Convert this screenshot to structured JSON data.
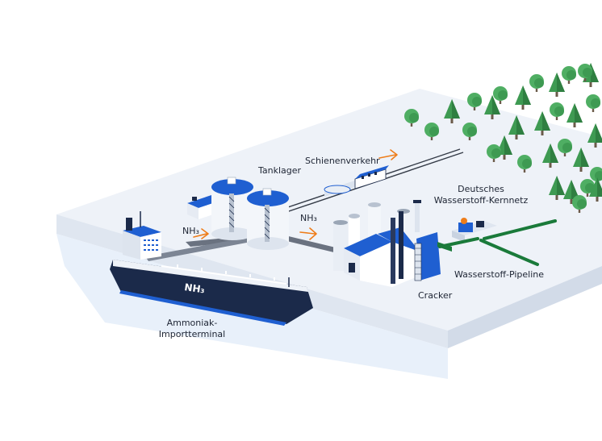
{
  "labels": {
    "tanklager": "Tanklager",
    "schienenverkehr": "Schienenverkehr",
    "nh3_left": "NH₃",
    "nh3_right": "NH₃",
    "nh3_ship": "NH₃",
    "kernnetz_line1": "Deutsches",
    "kernnetz_line2": "Wasserstoff-Kernnetz",
    "pipeline": "Wasserstoff-Pipeline",
    "cracker": "Cracker",
    "terminal_line1": "Ammoniak-",
    "terminal_line2": "Importterminal"
  },
  "colors": {
    "ground_top": "#eef2f8",
    "ground_side": "#dde4ee",
    "water": "#e6eef8",
    "brand_blue": "#1f5fd1",
    "dark_navy": "#1b2a4a",
    "pipe_grey": "#6a7280",
    "arrow_orange": "#ee7d1a",
    "h2_green": "#1a7a3a",
    "tree_green": "#3e9a52"
  }
}
